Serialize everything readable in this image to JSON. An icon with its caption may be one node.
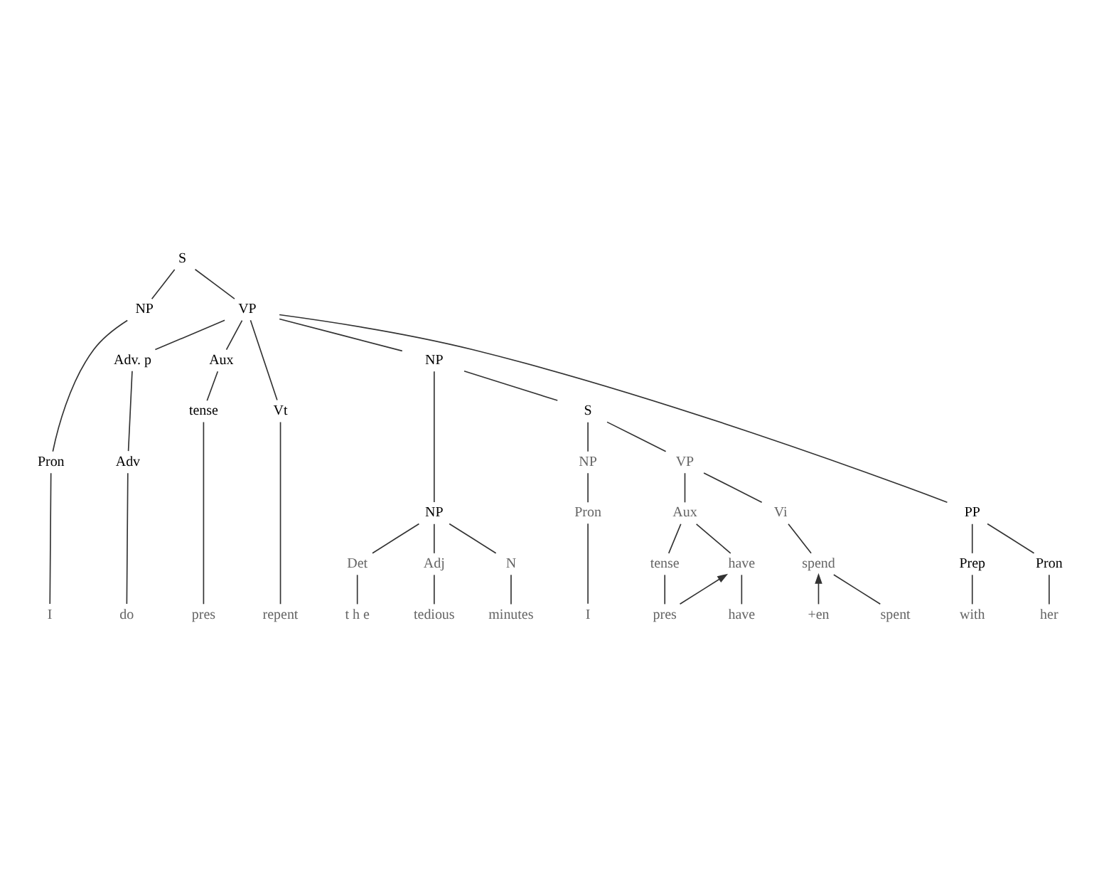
{
  "diagram": {
    "nodes": [
      {
        "text": [
          "S"
        ]
      },
      {
        "text": [
          "NP"
        ]
      },
      {
        "text": [
          "VP"
        ]
      },
      {
        "text": [
          "Pron"
        ]
      },
      {
        "text": [
          "Adv. p"
        ]
      },
      {
        "text": [
          "Aux"
        ]
      },
      {
        "text": [
          "Vt"
        ]
      },
      {
        "text": [
          "NP"
        ]
      },
      {
        "text": [
          "PP"
        ]
      },
      {
        "text": [
          "Adv"
        ]
      },
      {
        "text": [
          "tense"
        ]
      },
      {
        "text": [
          "NP"
        ]
      },
      {
        "text": [
          "S"
        ]
      },
      {
        "text": [
          "Prep"
        ]
      },
      {
        "text": [
          "Pron"
        ]
      },
      {
        "text": [
          "pres"
        ]
      },
      {
        "text": [
          "Det"
        ]
      },
      {
        "text": [
          "Adj"
        ]
      },
      {
        "text": [
          "N"
        ]
      },
      {
        "text": [
          "NP"
        ]
      },
      {
        "text": [
          "VP"
        ]
      },
      {
        "text": [
          "Pron"
        ]
      },
      {
        "text": [
          "Aux"
        ]
      },
      {
        "text": [
          "Vi"
        ]
      },
      {
        "text": [
          "tense"
        ]
      },
      {
        "text": [
          "have"
        ]
      },
      {
        "text": [
          "spend"
        ]
      },
      {
        "text": [
          "pres"
        ]
      },
      {
        "text": [
          "+en"
        ]
      },
      {
        "text": [
          "I"
        ]
      },
      {
        "text": [
          "do"
        ]
      },
      {
        "text": [
          "repent"
        ]
      },
      {
        "text": [
          "t h e"
        ]
      },
      {
        "text": [
          "tedious"
        ]
      },
      {
        "text": [
          "minutes"
        ]
      },
      {
        "text": [
          "I"
        ]
      },
      {
        "text": [
          "have"
        ]
      },
      {
        "text": [
          "spent"
        ]
      },
      {
        "text": [
          "with"
        ]
      },
      {
        "text": [
          "her"
        ]
      }
    ],
    "edges": [
      {
        "from": 0,
        "to": 1,
        "arrow": "none"
      },
      {
        "from": 0,
        "to": 2,
        "arrow": "none"
      },
      {
        "from": 1,
        "to": 3,
        "arrow": "none"
      },
      {
        "from": 2,
        "to": 4,
        "arrow": "none"
      },
      {
        "from": 2,
        "to": 5,
        "arrow": "none"
      },
      {
        "from": 2,
        "to": 6,
        "arrow": "none"
      },
      {
        "from": 2,
        "to": 7,
        "arrow": "none"
      },
      {
        "from": 2,
        "to": 8,
        "arrow": "none"
      },
      {
        "from": 3,
        "to": 29,
        "arrow": "none"
      },
      {
        "from": 4,
        "to": 9,
        "arrow": "none"
      },
      {
        "from": 9,
        "to": 30,
        "arrow": "none"
      },
      {
        "from": 5,
        "to": 10,
        "arrow": "none"
      },
      {
        "from": 10,
        "to": 15,
        "arrow": "none"
      },
      {
        "from": 6,
        "to": 31,
        "arrow": "none"
      },
      {
        "from": 7,
        "to": 11,
        "arrow": "none"
      },
      {
        "from": 7,
        "to": 12,
        "arrow": "none"
      },
      {
        "from": 8,
        "to": 13,
        "arrow": "none"
      },
      {
        "from": 8,
        "to": 14,
        "arrow": "none"
      },
      {
        "from": 13,
        "to": 38,
        "arrow": "none"
      },
      {
        "from": 14,
        "to": 39,
        "arrow": "none"
      },
      {
        "from": 11,
        "to": 16,
        "arrow": "none"
      },
      {
        "from": 11,
        "to": 17,
        "arrow": "none"
      },
      {
        "from": 11,
        "to": 18,
        "arrow": "none"
      },
      {
        "from": 16,
        "to": 32,
        "arrow": "none"
      },
      {
        "from": 17,
        "to": 33,
        "arrow": "none"
      },
      {
        "from": 18,
        "to": 34,
        "arrow": "none"
      },
      {
        "from": 12,
        "to": 19,
        "arrow": "none"
      },
      {
        "from": 12,
        "to": 20,
        "arrow": "none"
      },
      {
        "from": 19,
        "to": 21,
        "arrow": "none"
      },
      {
        "from": 21,
        "to": 35,
        "arrow": "none"
      },
      {
        "from": 20,
        "to": 22,
        "arrow": "none"
      },
      {
        "from": 20,
        "to": 23,
        "arrow": "none"
      },
      {
        "from": 22,
        "to": 24,
        "arrow": "none"
      },
      {
        "from": 22,
        "to": 25,
        "arrow": "none"
      },
      {
        "from": 24,
        "to": 27,
        "arrow": "none"
      },
      {
        "from": 25,
        "to": 36,
        "arrow": "none"
      },
      {
        "from": 23,
        "to": 26,
        "arrow": "none"
      },
      {
        "from": 26,
        "to": 37,
        "arrow": "none"
      },
      {
        "from": 27,
        "to": 25,
        "arrow": "to"
      },
      {
        "from": 28,
        "to": 26,
        "arrow": "to"
      }
    ]
  }
}
